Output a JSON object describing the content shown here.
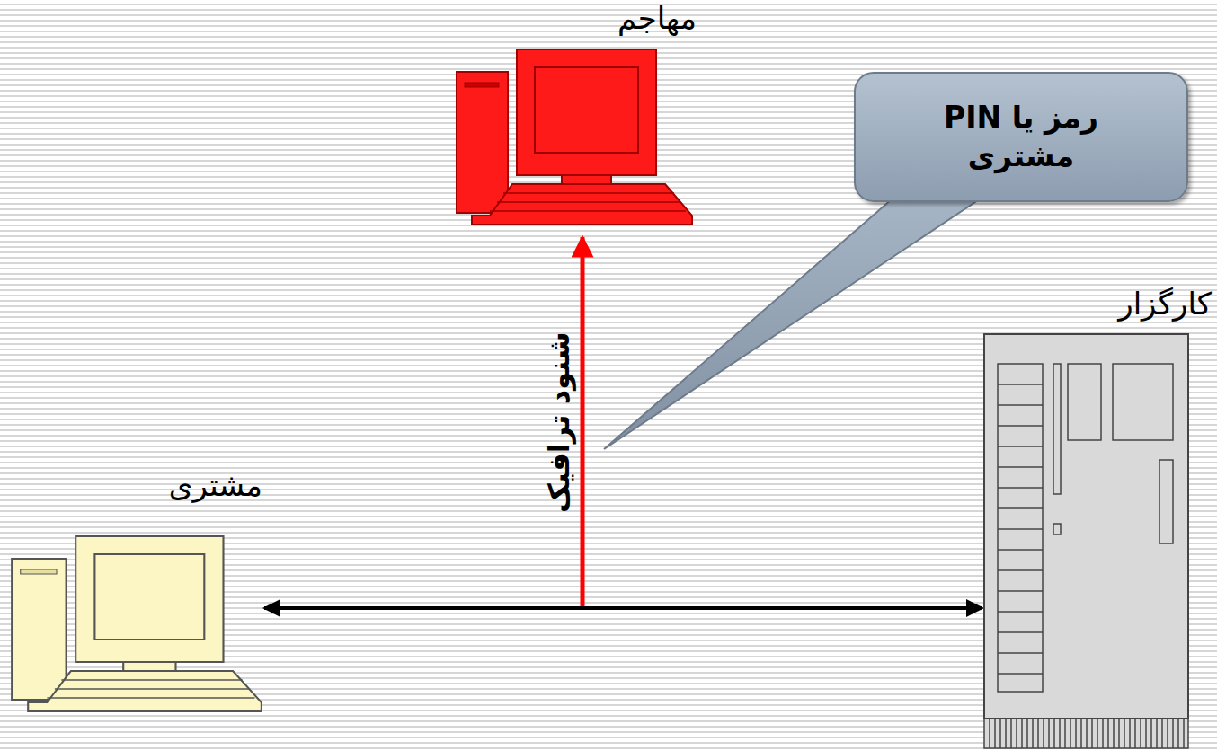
{
  "diagram": {
    "nodes": [
      {
        "text": [
          "مهاجم"
        ]
      },
      {
        "text": [
          "رمز یا PIN مشتری"
        ]
      },
      {
        "text": [
          "کارگزار"
        ]
      },
      {
        "text": [
          "مشتری"
        ]
      }
    ],
    "edges": [
      {
        "from": 3,
        "to": 2,
        "arrow": "both"
      }
    ],
    "labels": [
      "شنود ترافیک"
    ]
  }
}
